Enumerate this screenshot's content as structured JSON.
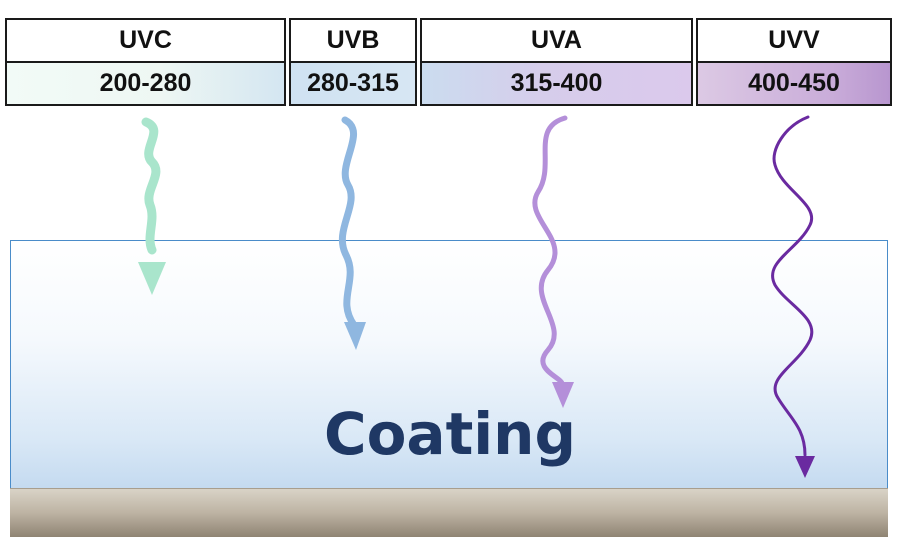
{
  "bands": [
    {
      "name": "UVC",
      "range": "200-280",
      "color": "#a9e5cc"
    },
    {
      "name": "UVB",
      "range": "280-315",
      "color": "#8fb7e0"
    },
    {
      "name": "UVA",
      "range": "315-400",
      "color": "#b48fd9"
    },
    {
      "name": "UVV",
      "range": "400-450",
      "color": "#6a2aa0"
    }
  ],
  "coating_label": "Coating",
  "colors": {
    "coating_border": "#4a8cc9",
    "coating_text": "#1f3864",
    "substrate": "#bdb3a3"
  }
}
